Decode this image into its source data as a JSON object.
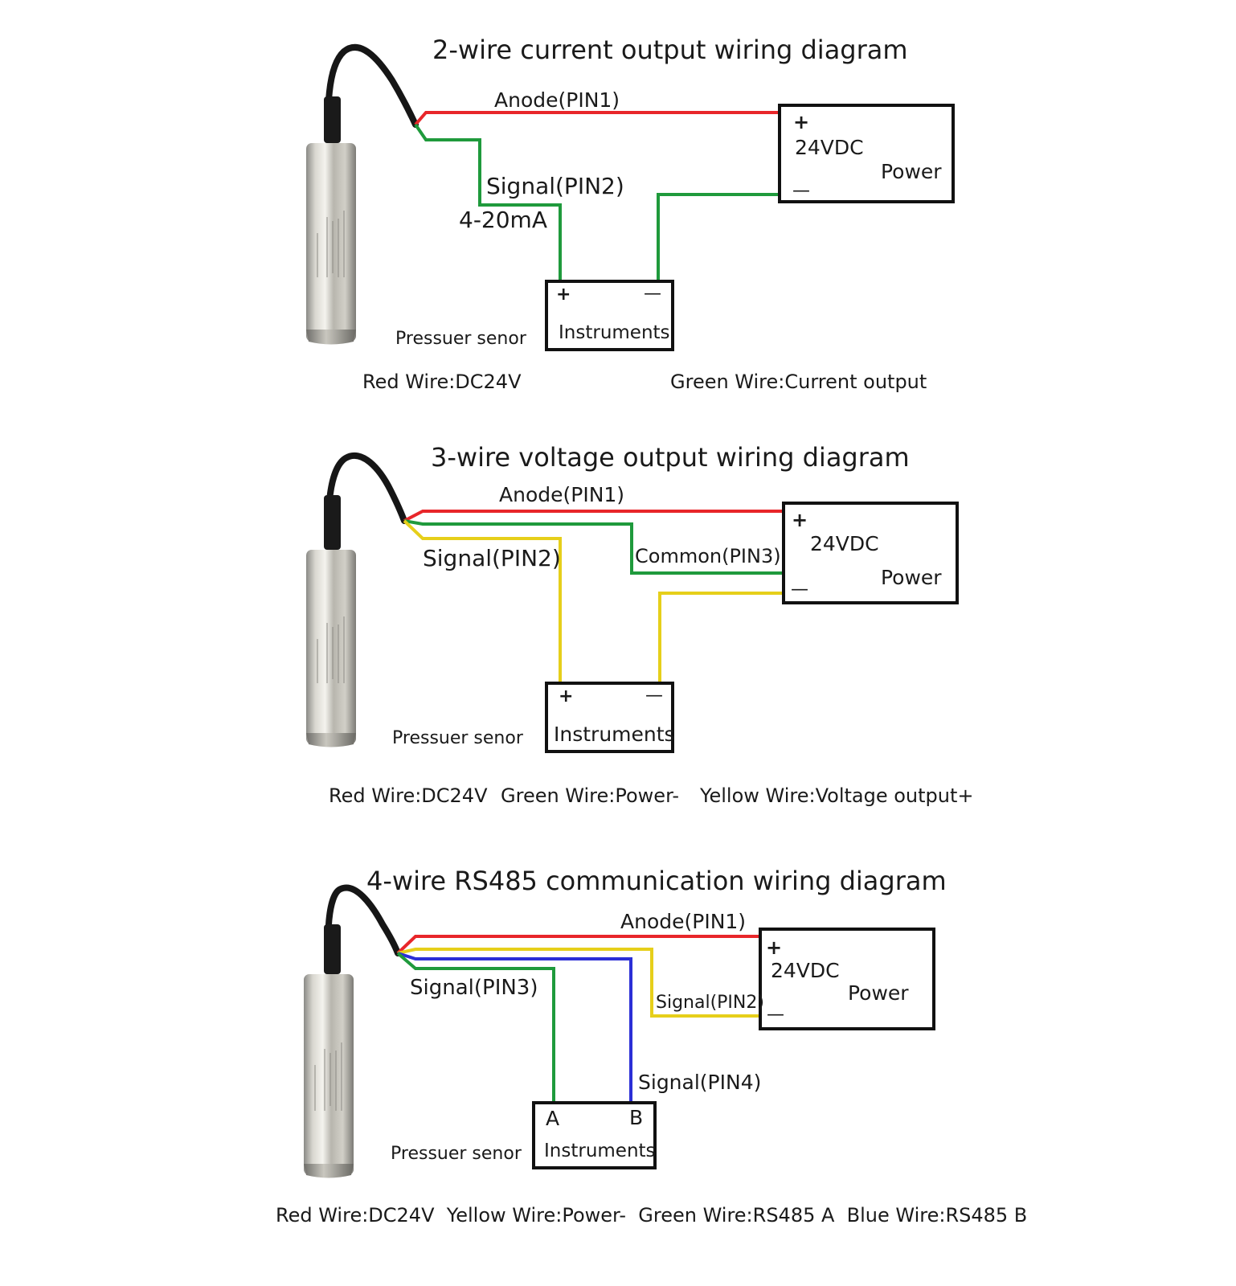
{
  "diagrams": [
    {
      "title": "2-wire current output wiring diagram",
      "labels": {
        "anode": "Anode(PIN1)",
        "signal": "Signal(PIN2)",
        "current": "4-20mA",
        "sensor": "Pressuer senor"
      },
      "power": {
        "plus": "+",
        "voltage": "24VDC",
        "name": "Power",
        "minus": "—"
      },
      "instrument": {
        "left": "+",
        "right": "—",
        "name": "Instruments"
      },
      "legend": [
        "Red Wire:DC24V",
        "Green Wire:Current output"
      ]
    },
    {
      "title": "3-wire voltage output wiring diagram",
      "labels": {
        "anode": "Anode(PIN1)",
        "signal": "Signal(PIN2)",
        "common": "Common(PIN3)",
        "sensor": "Pressuer senor"
      },
      "power": {
        "plus": "+",
        "voltage": "24VDC",
        "name": "Power",
        "minus": "—"
      },
      "instrument": {
        "left": "+",
        "right": "—",
        "name": "Instruments"
      },
      "legend": [
        "Red Wire:DC24V",
        "Green Wire:Power-",
        "Yellow Wire:Voltage output+"
      ]
    },
    {
      "title": "4-wire RS485 communication wiring diagram",
      "labels": {
        "anode": "Anode(PIN1)",
        "signal3": "Signal(PIN3)",
        "signal2": "Signal(PIN2)",
        "signal4": "Signal(PIN4)",
        "sensor": "Pressuer senor"
      },
      "power": {
        "plus": "+",
        "voltage": "24VDC",
        "name": "Power",
        "minus": "—"
      },
      "instrument": {
        "left": "A",
        "right": "B",
        "name": "Instruments"
      },
      "legend": [
        "Red Wire:DC24V  Yellow Wire:Power-  Green Wire:RS485 A  Blue Wire:RS485 B"
      ]
    }
  ],
  "colors": {
    "red_wire": "#e8262a",
    "green_wire": "#1f9a3c",
    "yellow_wire": "#e6cf1a",
    "blue_wire": "#2b2fd6",
    "box_stroke": "#111111"
  }
}
